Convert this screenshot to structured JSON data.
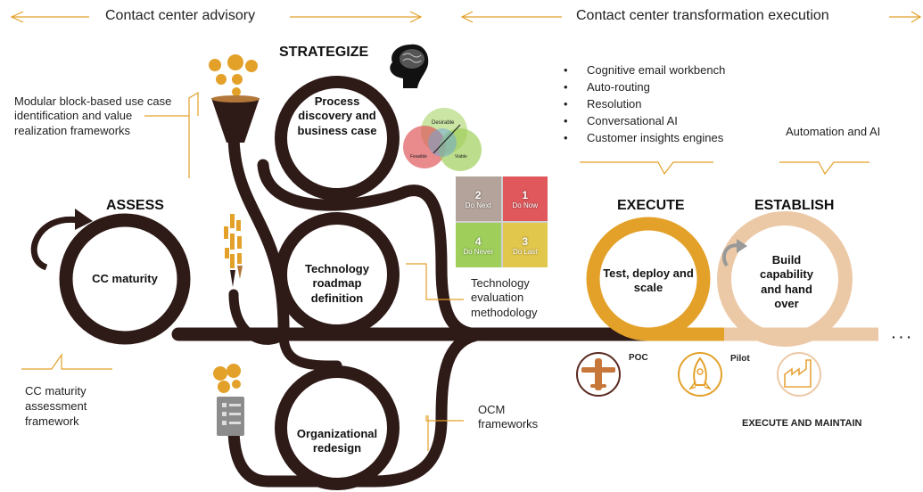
{
  "header": {
    "advisory": "Contact center advisory",
    "execution": "Contact center transformation execution"
  },
  "phases": {
    "assess": "ASSESS",
    "strategize": "STRATEGIZE",
    "execute": "EXECUTE",
    "establish": "ESTABLISH"
  },
  "circles": {
    "cc_maturity": "CC maturity",
    "process": "Process discovery and business case",
    "tech_roadmap": "Technology roadmap definition",
    "org_redesign": "Organizational redesign",
    "test_deploy": "Test, deploy and scale",
    "build": "Build capability and hand over"
  },
  "notes": {
    "modular": "Modular block-based use case identification and value realization frameworks",
    "cc_framework": "CC maturity assessment framework",
    "tech_eval": "Technology evaluation methodology",
    "ocm": "OCM frameworks",
    "automation": "Automation and AI",
    "execute_maintain": "EXECUTE AND MAINTAIN",
    "poc": "POC",
    "pilot": "Pilot",
    "ellipsis": "· · ·"
  },
  "bullets": [
    "Cognitive email workbench",
    "Auto-routing",
    "Resolution",
    "Conversational AI",
    "Customer insights engines"
  ],
  "venn": {
    "desirable": "Desirable",
    "feasible": "Feasible",
    "viable": "Viable"
  },
  "priority_grid": [
    {
      "number": "2",
      "label": "Do Next"
    },
    {
      "number": "1",
      "label": "Do Now"
    },
    {
      "number": "4",
      "label": "Do Never"
    },
    {
      "number": "3",
      "label": "Do Last"
    }
  ],
  "colors": {
    "track": "#2e1a17",
    "gold": "#e3a12a",
    "peach": "#ecc9a6",
    "icon_orange": "#e8a33a"
  },
  "icons": [
    "cycle-arrow-icon",
    "coins-icon",
    "funnel-icon",
    "head-brain-icon",
    "venn-icon",
    "matrix-icon",
    "pencil-stack-icon",
    "checklist-icon",
    "plane-icon",
    "rocket-icon",
    "factory-icon",
    "refresh-icon"
  ]
}
